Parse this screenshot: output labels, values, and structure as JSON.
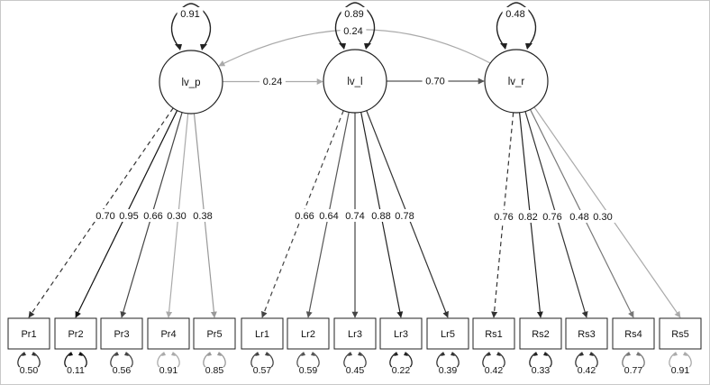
{
  "latent": [
    {
      "id": "lv_p",
      "label": "lv_p",
      "variance": "0.91"
    },
    {
      "id": "lv_l",
      "label": "lv_l",
      "variance": "0.89"
    },
    {
      "id": "lv_r",
      "label": "lv_r",
      "variance": "0.48"
    }
  ],
  "structural_paths": [
    {
      "from": "lv_p",
      "to": "lv_l",
      "label": "0.24",
      "color": "#aaaaaa"
    },
    {
      "from": "lv_l",
      "to": "lv_r",
      "label": "0.70",
      "color": "#555555"
    }
  ],
  "covariance": {
    "from": "lv_r",
    "to": "lv_p",
    "label": "0.24",
    "color": "#aaaaaa"
  },
  "indicators": [
    {
      "label": "Pr1",
      "factor": "lv_p",
      "loading": "0.70",
      "residual": "0.50",
      "dashed": true,
      "color": "#333333"
    },
    {
      "label": "Pr2",
      "factor": "lv_p",
      "loading": "0.95",
      "residual": "0.11",
      "dashed": false,
      "color": "#111111"
    },
    {
      "label": "Pr3",
      "factor": "lv_p",
      "loading": "0.66",
      "residual": "0.56",
      "dashed": false,
      "color": "#444444"
    },
    {
      "label": "Pr4",
      "factor": "lv_p",
      "loading": "0.30",
      "residual": "0.91",
      "dashed": false,
      "color": "#aaaaaa"
    },
    {
      "label": "Pr5",
      "factor": "lv_p",
      "loading": "0.38",
      "residual": "0.85",
      "dashed": false,
      "color": "#999999"
    },
    {
      "label": "Lr1",
      "factor": "lv_l",
      "loading": "0.66",
      "residual": "0.57",
      "dashed": true,
      "color": "#444444"
    },
    {
      "label": "Lr2",
      "factor": "lv_l",
      "loading": "0.64",
      "residual": "0.59",
      "dashed": false,
      "color": "#555555"
    },
    {
      "label": "Lr3",
      "factor": "lv_l",
      "loading": "0.74",
      "residual": "0.45",
      "dashed": false,
      "color": "#444444"
    },
    {
      "label": "Lr3",
      "factor": "lv_l",
      "loading": "0.88",
      "residual": "0.22",
      "dashed": false,
      "color": "#222222"
    },
    {
      "label": "Lr5",
      "factor": "lv_l",
      "loading": "0.78",
      "residual": "0.39",
      "dashed": false,
      "color": "#333333"
    },
    {
      "label": "Rs1",
      "factor": "lv_r",
      "loading": "0.76",
      "residual": "0.42",
      "dashed": true,
      "color": "#333333"
    },
    {
      "label": "Rs2",
      "factor": "lv_r",
      "loading": "0.82",
      "residual": "0.33",
      "dashed": false,
      "color": "#222222"
    },
    {
      "label": "Rs3",
      "factor": "lv_r",
      "loading": "0.76",
      "residual": "0.42",
      "dashed": false,
      "color": "#333333"
    },
    {
      "label": "Rs4",
      "factor": "lv_r",
      "loading": "0.48",
      "residual": "0.77",
      "dashed": false,
      "color": "#777777"
    },
    {
      "label": "Rs5",
      "factor": "lv_r",
      "loading": "0.30",
      "residual": "0.91",
      "dashed": false,
      "color": "#aaaaaa"
    }
  ]
}
